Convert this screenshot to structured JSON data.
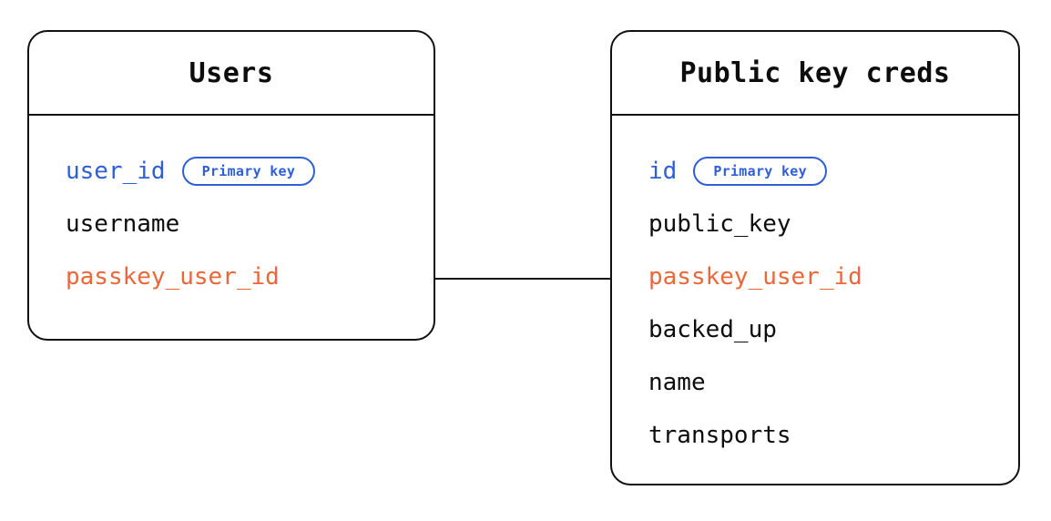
{
  "diagram": {
    "type": "entity-relationship-diagram",
    "background_color": "#ffffff",
    "colors": {
      "primary_key": "#2f5fd8",
      "foreign_key": "#e8683a",
      "text": "#0d0d0d",
      "border": "#111111"
    },
    "badge_label": "Primary key",
    "entities": [
      {
        "id": "users",
        "title": "Users",
        "fields": [
          {
            "name": "user_id",
            "role": "pk",
            "badge": "Primary key"
          },
          {
            "name": "username",
            "role": "plain",
            "badge": ""
          },
          {
            "name": "passkey_user_id",
            "role": "fk",
            "badge": ""
          }
        ]
      },
      {
        "id": "public_key_creds",
        "title": "Public key creds",
        "fields": [
          {
            "name": "id",
            "role": "pk",
            "badge": "Primary key"
          },
          {
            "name": "public_key",
            "role": "plain",
            "badge": ""
          },
          {
            "name": "passkey_user_id",
            "role": "fk",
            "badge": ""
          },
          {
            "name": "backed_up",
            "role": "plain",
            "badge": ""
          },
          {
            "name": "name",
            "role": "plain",
            "badge": ""
          },
          {
            "name": "transports",
            "role": "plain",
            "badge": ""
          }
        ]
      }
    ],
    "relationships": [
      {
        "from": "users.passkey_user_id",
        "to": "public_key_creds.passkey_user_id"
      }
    ]
  }
}
